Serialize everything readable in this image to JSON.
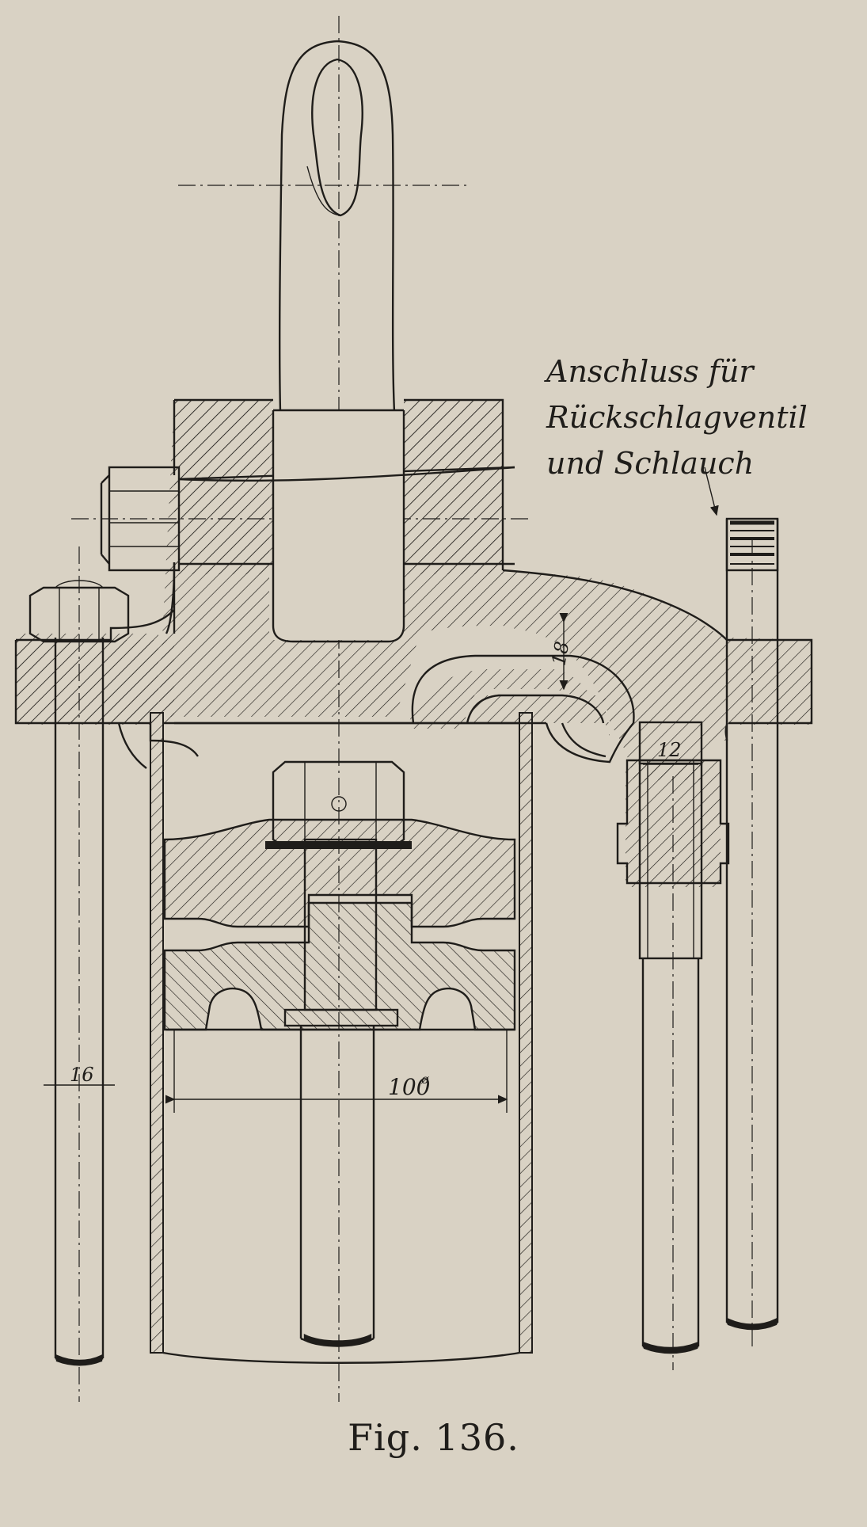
{
  "figure": {
    "caption": "Fig. 136.",
    "annotation_lines": [
      "Anschluss für",
      "Rückschlagventil",
      "und Schlauch"
    ],
    "dimensions": {
      "wall_thickness": "18",
      "tube_width": "12",
      "rod_diameter": "16",
      "bore_diameter": "100"
    }
  },
  "colors": {
    "paper": "#d9d2c4",
    "ink": "#1f1d1a"
  }
}
